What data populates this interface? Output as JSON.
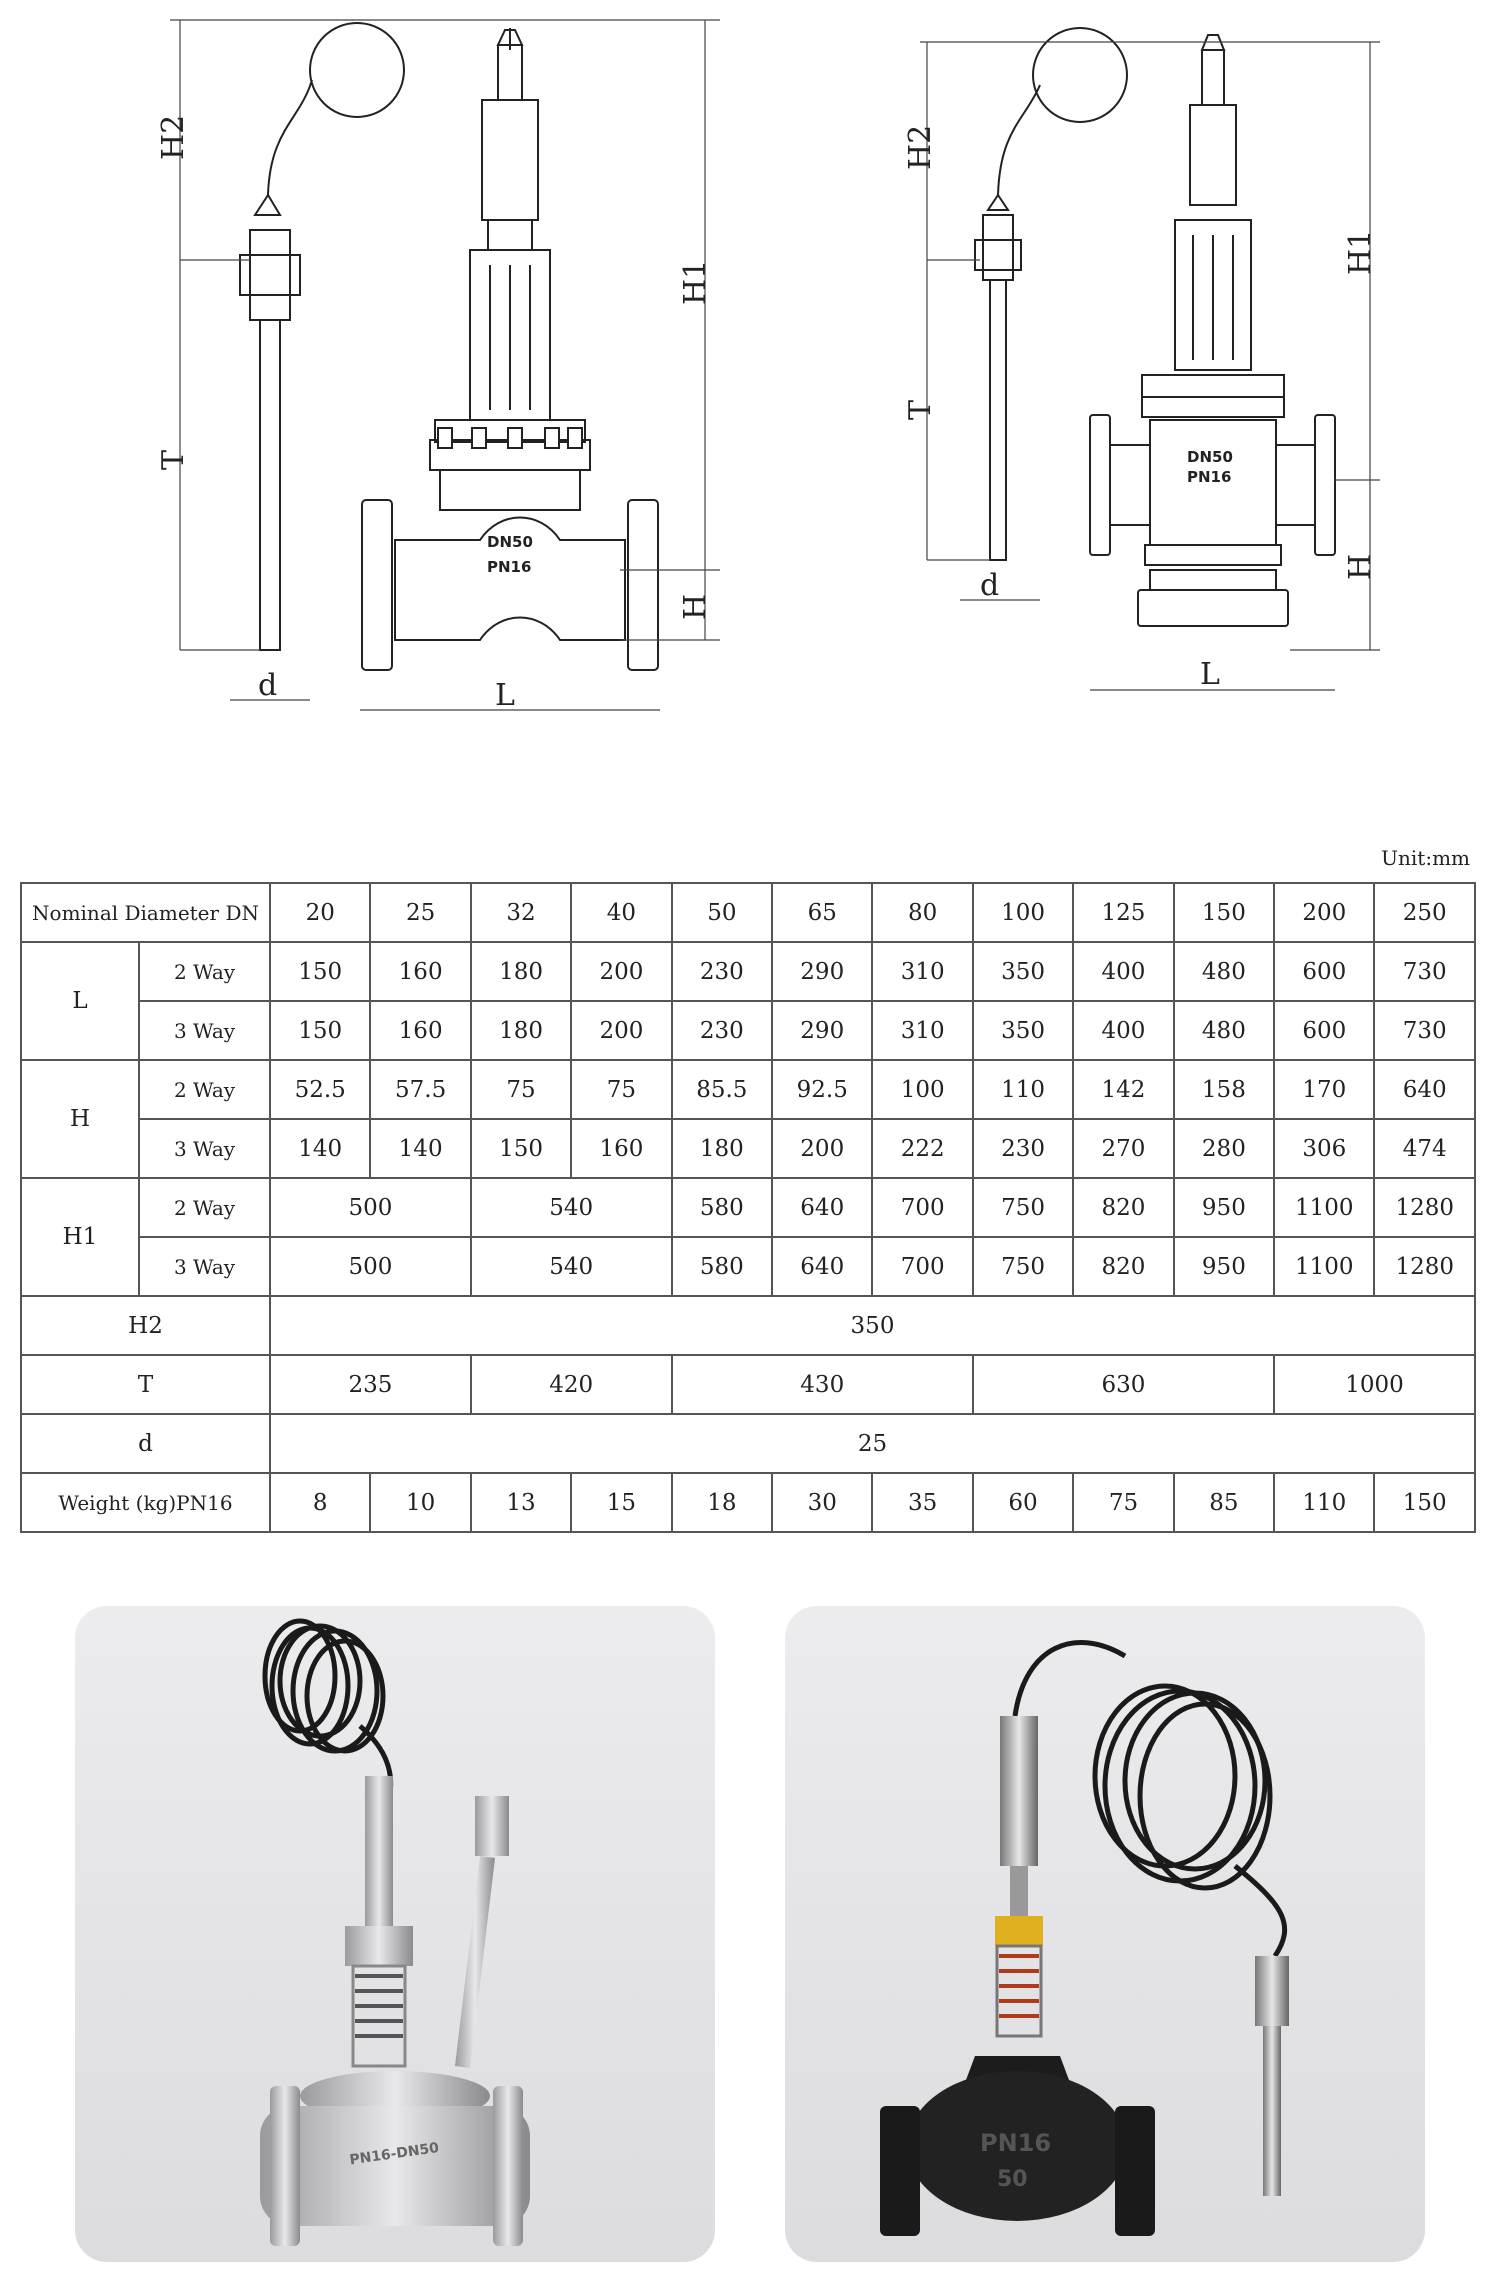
{
  "drawing_2way": {
    "dim_H2": "H2",
    "dim_H1": "H1",
    "dim_T": "T",
    "dim_H": "H",
    "dim_d": "d",
    "dim_L": "L",
    "body_label_dn": "DN50",
    "body_label_pn": "PN16"
  },
  "drawing_3way": {
    "dim_H2": "H2",
    "dim_H1": "H1",
    "dim_T": "T",
    "dim_H": "H",
    "dim_d": "d",
    "dim_L": "L",
    "body_label_dn": "DN50",
    "body_label_pn": "PN16"
  },
  "unit_note": "Unit:mm",
  "table": {
    "header_label": "Nominal Diameter DN",
    "dn": [
      "20",
      "25",
      "32",
      "40",
      "50",
      "65",
      "80",
      "100",
      "125",
      "150",
      "200",
      "250"
    ],
    "L_label": "L",
    "L_2way_label": "2 Way",
    "L_2way": [
      "150",
      "160",
      "180",
      "200",
      "230",
      "290",
      "310",
      "350",
      "400",
      "480",
      "600",
      "730"
    ],
    "L_3way_label": "3 Way",
    "L_3way": [
      "150",
      "160",
      "180",
      "200",
      "230",
      "290",
      "310",
      "350",
      "400",
      "480",
      "600",
      "730"
    ],
    "H_label": "H",
    "H_2way_label": "2 Way",
    "H_2way": [
      "52.5",
      "57.5",
      "75",
      "75",
      "85.5",
      "92.5",
      "100",
      "110",
      "142",
      "158",
      "170",
      "640"
    ],
    "H_3way_label": "3 Way",
    "H_3way": [
      "140",
      "140",
      "150",
      "160",
      "180",
      "200",
      "222",
      "230",
      "270",
      "280",
      "306",
      "474"
    ],
    "H1_label": "H1",
    "H1_2way_label": "2 Way",
    "H1_2way": [
      "500",
      "540",
      "580",
      "640",
      "700",
      "750",
      "820",
      "950",
      "1100",
      "1280"
    ],
    "H1_3way_label": "3 Way",
    "H1_3way": [
      "500",
      "540",
      "580",
      "640",
      "700",
      "750",
      "820",
      "950",
      "1100",
      "1280"
    ],
    "H2_label": "H2",
    "H2_value": "350",
    "T_label": "T",
    "T_values": [
      "235",
      "420",
      "430",
      "630",
      "1000"
    ],
    "d_label": "d",
    "d_value": "25",
    "weight_label": "Weight (kg)PN16",
    "weight": [
      "8",
      "10",
      "13",
      "15",
      "18",
      "30",
      "35",
      "60",
      "75",
      "85",
      "110",
      "150"
    ]
  },
  "photo_left": {
    "casting_text": "PN16-DN50"
  },
  "photo_right": {
    "casting_text": "PN16",
    "casting_text_2": "50"
  }
}
